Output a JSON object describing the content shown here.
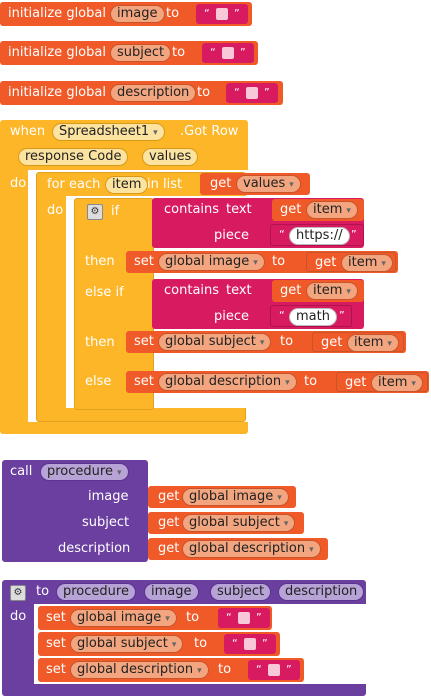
{
  "globals": [
    {
      "prefix": "initialize global",
      "name": "image",
      "to": "to",
      "open_quote": "“",
      "close_quote": "”"
    },
    {
      "prefix": "initialize global",
      "name": "subject",
      "to": "to",
      "open_quote": "“",
      "close_quote": "”"
    },
    {
      "prefix": "initialize global",
      "name": "description",
      "to": "to",
      "open_quote": "“",
      "close_quote": "”"
    }
  ],
  "event": {
    "when": "when",
    "component": "Spreadsheet1",
    "event_name": ".Got Row",
    "params": [
      "response Code",
      "values"
    ],
    "do": "do",
    "foreach": {
      "label": "for each",
      "var": "item",
      "in_list": "in list",
      "get": "get",
      "get_var": "values",
      "do": "do"
    },
    "if_block": {
      "if": "if",
      "then": "then",
      "else_if": "else if",
      "else": "else",
      "contains1": {
        "label": "contains",
        "mode": "text",
        "get": "get",
        "var": "item",
        "piece": "piece",
        "piece_value": "https://"
      },
      "set1": {
        "set": "set",
        "var": "global image",
        "to": "to",
        "get": "get",
        "get_var": "item"
      },
      "contains2": {
        "label": "contains",
        "mode": "text",
        "get": "get",
        "var": "item",
        "piece": "piece",
        "piece_value": "math"
      },
      "set2": {
        "set": "set",
        "var": "global subject",
        "to": "to",
        "get": "get",
        "get_var": "item"
      },
      "set3": {
        "set": "set",
        "var": "global description",
        "to": "to",
        "get": "get",
        "get_var": "item"
      }
    }
  },
  "call": {
    "label": "call",
    "proc": "procedure",
    "args": [
      {
        "name": "image",
        "get": "get",
        "var": "global image"
      },
      {
        "name": "subject",
        "get": "get",
        "var": "global subject"
      },
      {
        "name": "description",
        "get": "get",
        "var": "global description"
      }
    ]
  },
  "procdef": {
    "to": "to",
    "name": "procedure",
    "params": [
      "image",
      "subject",
      "description"
    ],
    "do": "do",
    "sets": [
      {
        "set": "set",
        "var": "global image",
        "to": "to"
      },
      {
        "set": "set",
        "var": "global subject",
        "to": "to"
      },
      {
        "set": "set",
        "var": "global description",
        "to": "to"
      }
    ]
  },
  "quotes": {
    "open": "“",
    "close": "”"
  },
  "colors": {
    "variables": "#f05a28",
    "control": "#fcb628",
    "text": "#d81b60",
    "procedures": "#6b3fa0"
  },
  "icons": {
    "dropdown": "▾",
    "mutator": "⚙"
  }
}
